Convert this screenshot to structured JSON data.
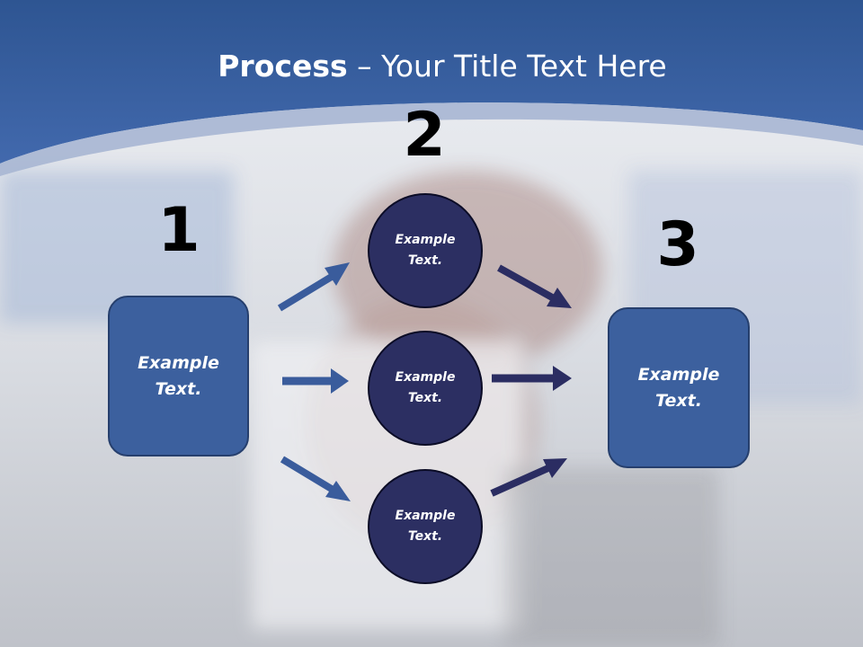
{
  "title": {
    "bold": "Process",
    "rest": " – Your Title Text Here"
  },
  "steps": {
    "one": "1",
    "two": "2",
    "three": "3"
  },
  "left_box": {
    "line1": "Example",
    "line2": "Text."
  },
  "right_box": {
    "line1": "Example",
    "line2": "Text."
  },
  "circles": [
    {
      "line1": "Example",
      "line2": "Text."
    },
    {
      "line1": "Example",
      "line2": "Text."
    },
    {
      "line1": "Example",
      "line2": "Text."
    }
  ],
  "colors": {
    "header_blue": "#3a63a8",
    "box_fill": "#3c609e",
    "circle_fill": "#2c2f62",
    "arrow_in": "#3a5c9c",
    "arrow_out": "#2b2d62"
  }
}
